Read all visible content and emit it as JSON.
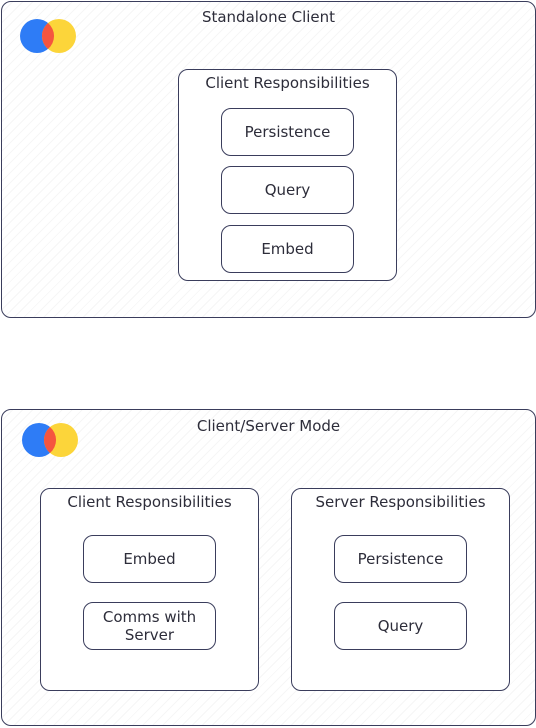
{
  "standalone": {
    "title": "Standalone Client",
    "client_group": {
      "title": "Client Responsibilities",
      "nodes": [
        "Persistence",
        "Query",
        "Embed"
      ]
    }
  },
  "client_server": {
    "title": "Client/Server Mode",
    "client_group": {
      "title": "Client Responsibilities",
      "nodes": [
        "Embed",
        "Comms with Server"
      ]
    },
    "server_group": {
      "title": "Server Responsibilities",
      "nodes": [
        "Persistence",
        "Query"
      ]
    }
  },
  "colors": {
    "logo_blue": "#2e7cf6",
    "logo_yellow": "#fcd53a",
    "logo_red": "#f5553f",
    "border": "#3a3d5c"
  }
}
